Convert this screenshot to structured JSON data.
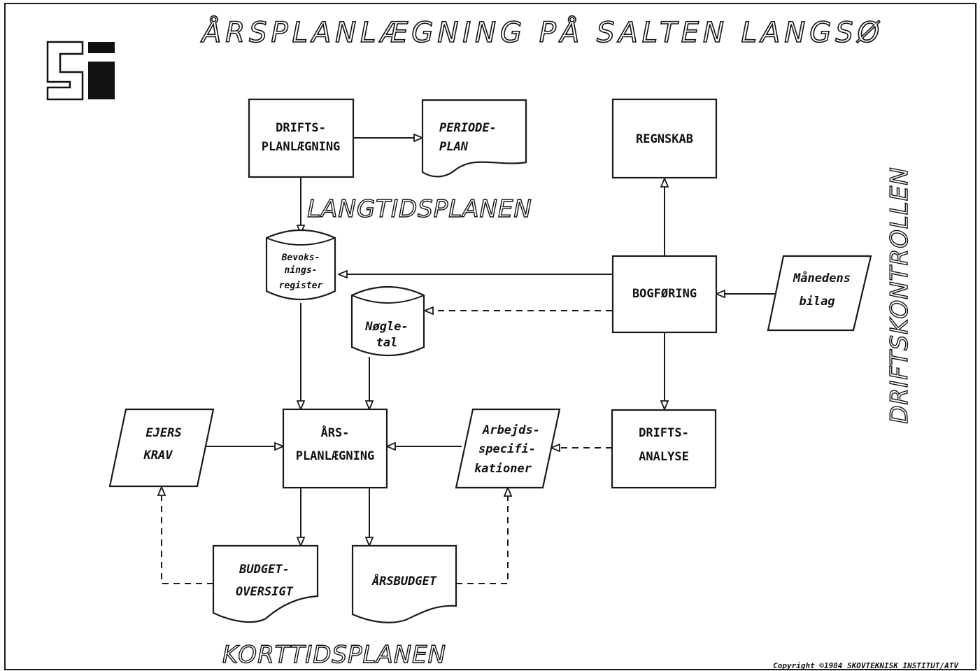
{
  "title": "ÅRSPLANLÆGNING PÅ SALTEN LANGSØ",
  "logo": "SI",
  "sections": {
    "long_term": "LANGTIDSPLANEN",
    "short_term": "KORTTIDSPLANEN",
    "operations_control": "DRIFTSKONTROLLEN"
  },
  "nodes": {
    "drifts_planlaegning": [
      "DRIFTS-",
      "PLANLÆGNING"
    ],
    "periode_plan": [
      "PERIODE-",
      "PLAN"
    ],
    "regnskab": [
      "REGNSKAB"
    ],
    "bevoksningsregister": [
      "Bevoks-",
      "nings-",
      "register"
    ],
    "noegletal": [
      "Nøgle-",
      "tal"
    ],
    "bogfoering": [
      "BOGFØRING"
    ],
    "maanedens_bilag": [
      "Månedens",
      "bilag"
    ],
    "ejers_krav": [
      "EJERS",
      "KRAV"
    ],
    "aars_planlaegning": [
      "ÅRS-",
      "PLANLÆGNING"
    ],
    "arbejdsspecifikationer": [
      "Arbejds-",
      "specifi-",
      "kationer"
    ],
    "drifts_analyse": [
      "DRIFTS-",
      "ANALYSE"
    ],
    "budget_oversigt": [
      "BUDGET-",
      "OVERSIGT"
    ],
    "aarsbudget": [
      "ÅRSBUDGET"
    ]
  },
  "copyright": "Copyright ©1984  SKOVTEKNISK INSTITUT/ATV"
}
